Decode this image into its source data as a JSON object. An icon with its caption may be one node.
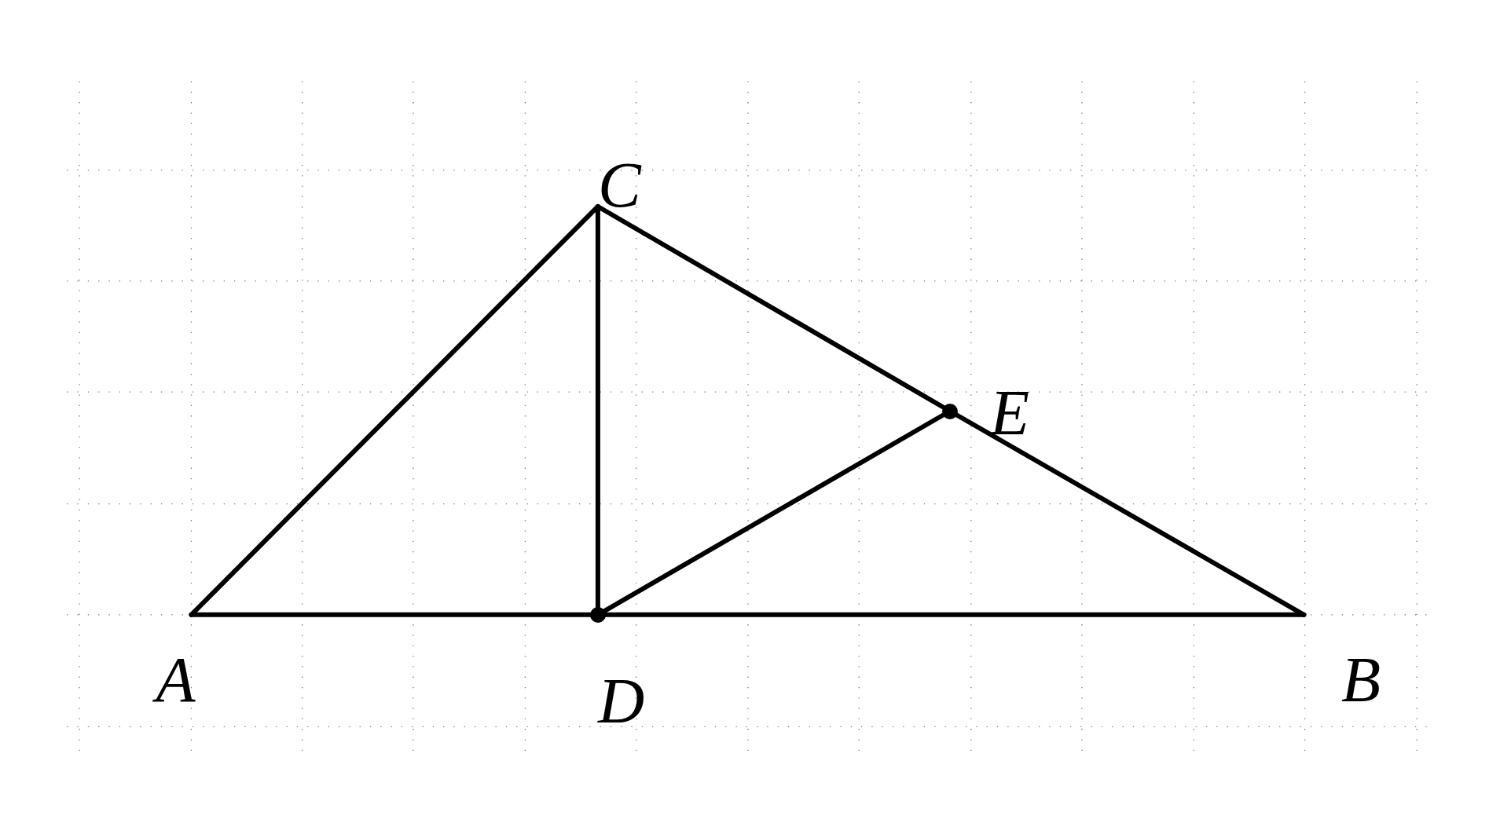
{
  "diagram": {
    "nodes": [
      {
        "text": [
          "C"
        ]
      },
      {
        "text": [
          "E"
        ]
      },
      {
        "text": [
          "A"
        ]
      },
      {
        "text": [
          "D"
        ]
      },
      {
        "text": [
          "B"
        ]
      }
    ],
    "edges": [
      {
        "from": 2,
        "to": 0,
        "arrow": "none"
      },
      {
        "from": 0,
        "to": 1,
        "arrow": "none"
      },
      {
        "from": 1,
        "to": 4,
        "arrow": "none"
      },
      {
        "from": 0,
        "to": 3,
        "arrow": "none"
      },
      {
        "from": 2,
        "to": 3,
        "arrow": "none"
      },
      {
        "from": 3,
        "to": 4,
        "arrow": "none"
      },
      {
        "from": 3,
        "to": 1,
        "arrow": "none"
      }
    ]
  }
}
